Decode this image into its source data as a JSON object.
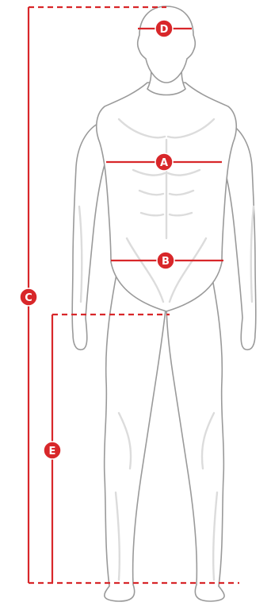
{
  "colors": {
    "accent": "#d8272a",
    "outline": "#9a9a9a",
    "shade": "#dcdcdc",
    "background": "#ffffff"
  },
  "measurements": [
    {
      "id": "a",
      "letter": "A"
    },
    {
      "id": "b",
      "letter": "B"
    },
    {
      "id": "c",
      "letter": "C"
    },
    {
      "id": "d",
      "letter": "D"
    },
    {
      "id": "e",
      "letter": "E"
    }
  ]
}
